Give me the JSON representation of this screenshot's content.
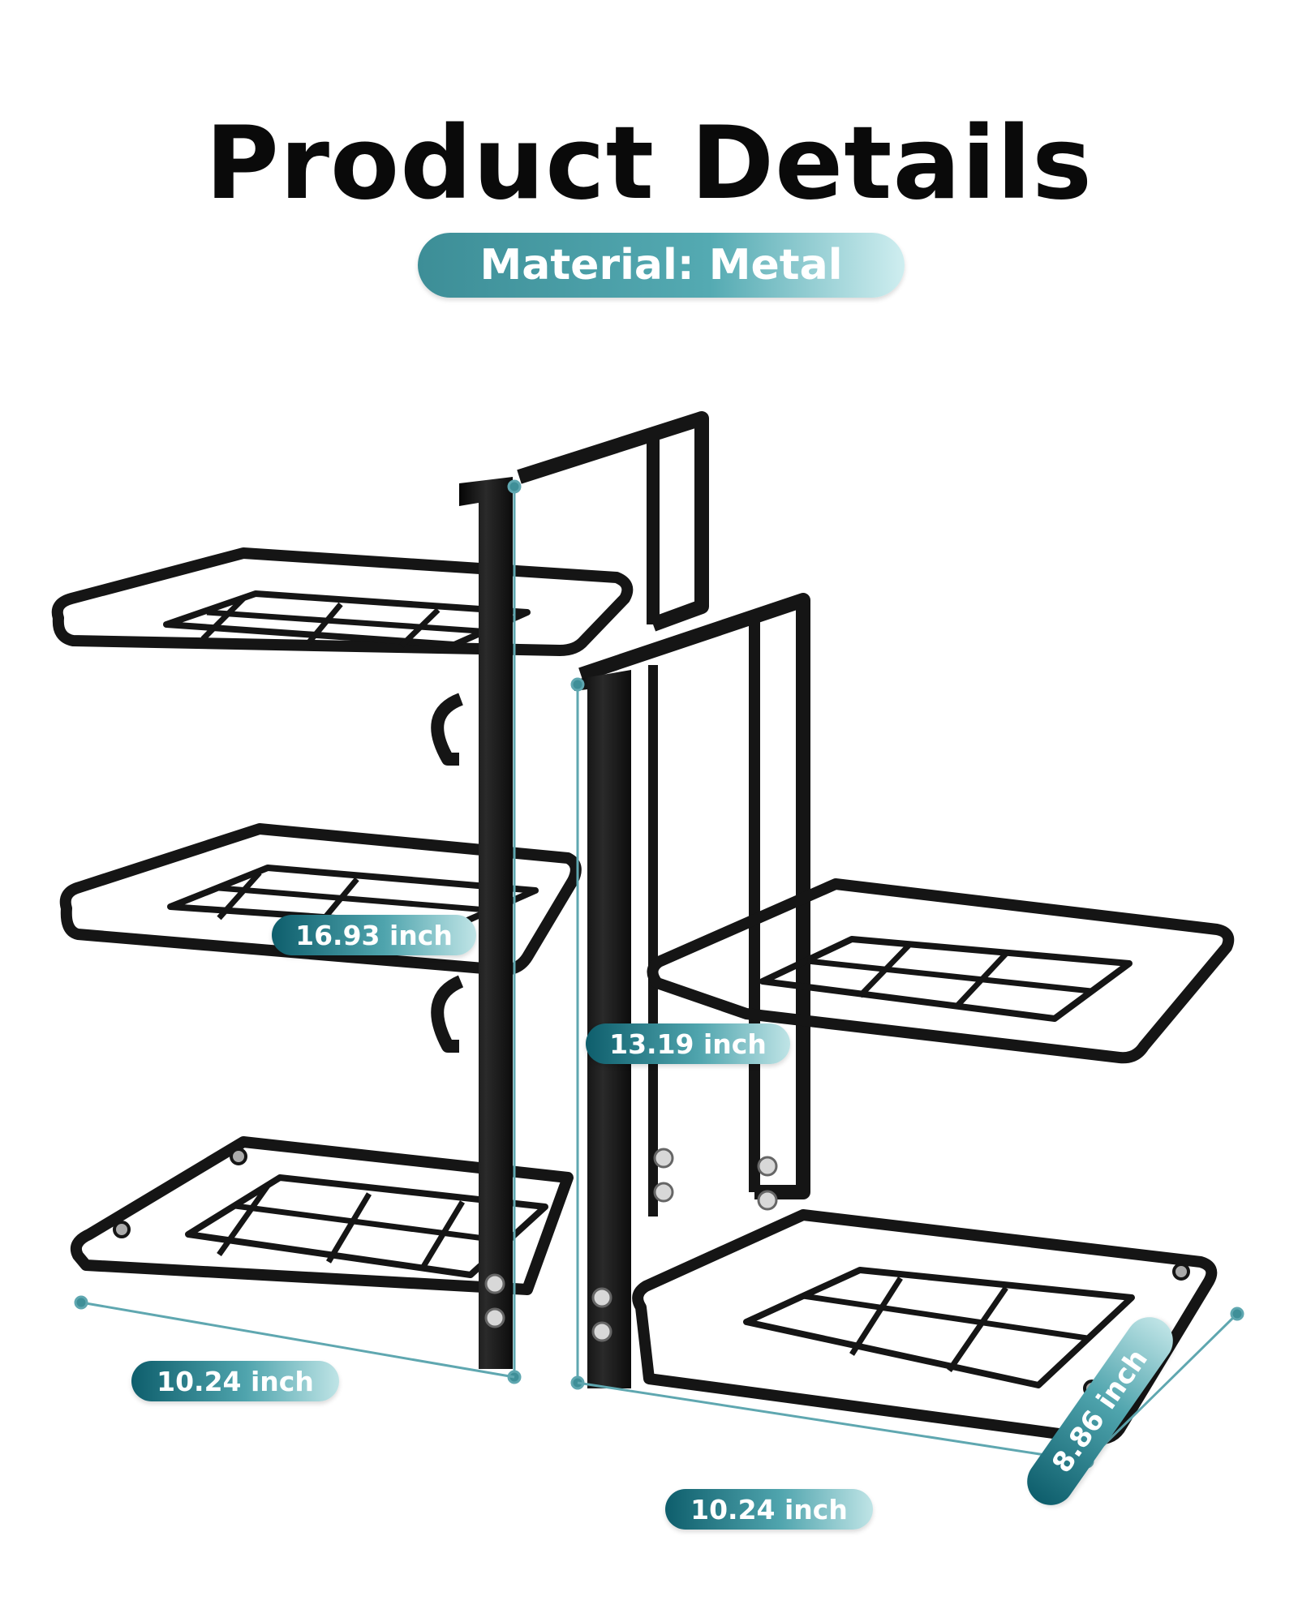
{
  "title": "Product Details",
  "material_label": "Material:  Metal",
  "dimensions": {
    "height_left": "16.93 inch",
    "height_right": "13.19 inch",
    "width_left": "10.24 inch",
    "width_right": "10.24 inch",
    "depth": "8.86 inch"
  },
  "colors": {
    "frame": "#151515",
    "accent_teal": "#3f8f98",
    "measure_line": "#5fa7b0"
  }
}
